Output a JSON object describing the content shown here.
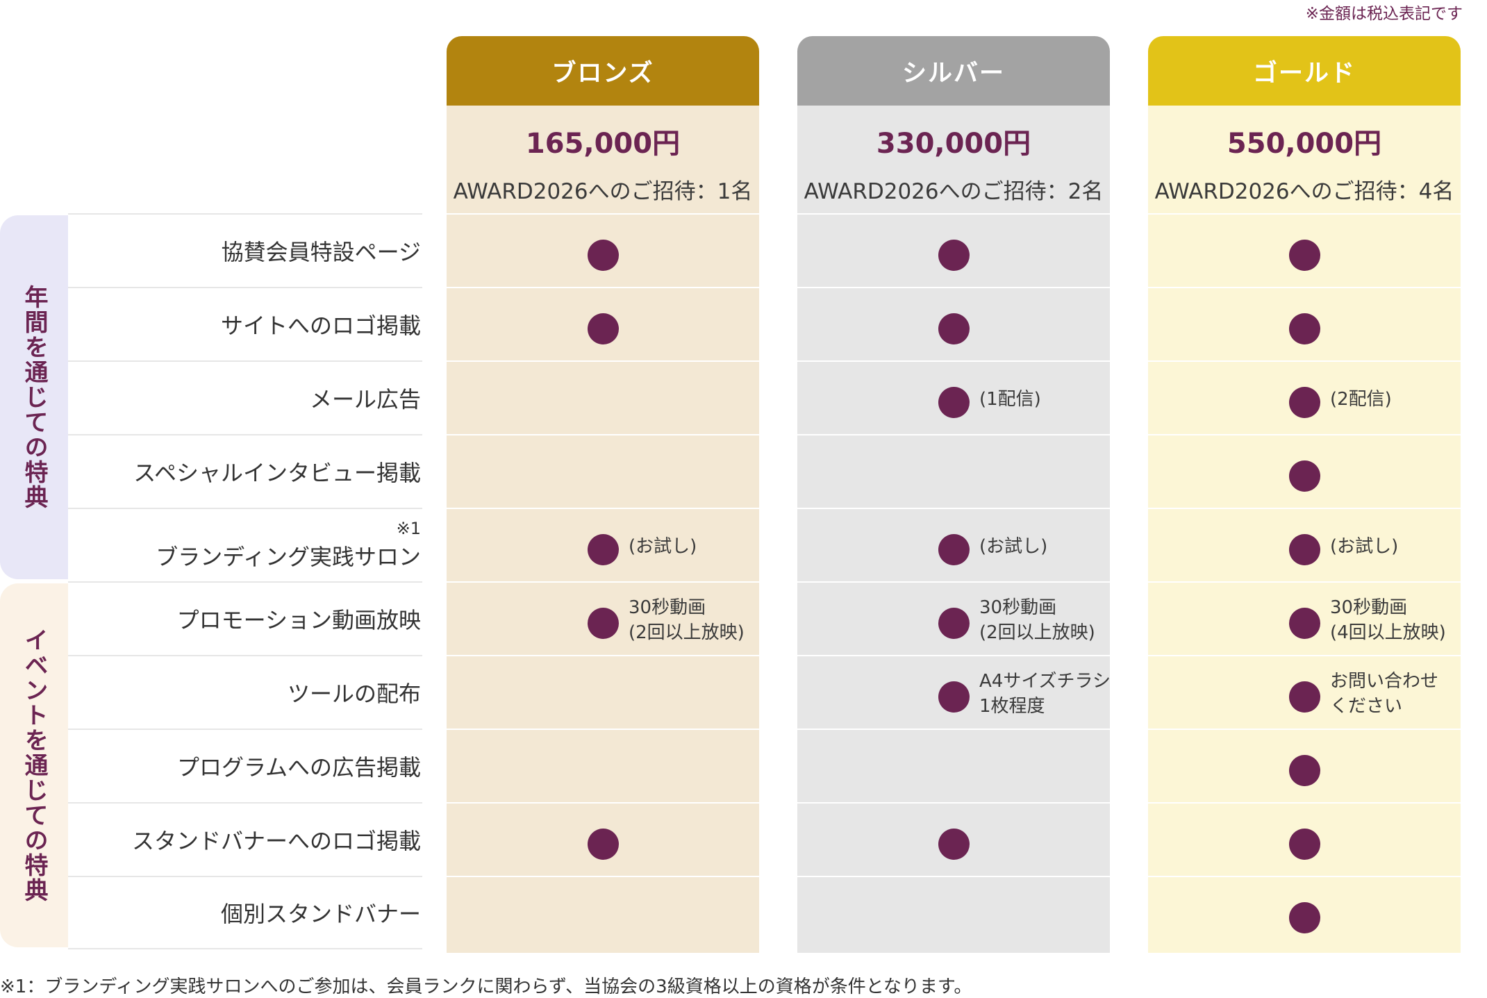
{
  "tax_note": "※金額は税込表記です",
  "plans": [
    {
      "name": "ブロンズ",
      "price": "165,000円",
      "invite": "AWARD2026へのご招待：1名",
      "head_color": "#b2840f",
      "body_color": "#f3e8d4"
    },
    {
      "name": "シルバー",
      "price": "330,000円",
      "invite": "AWARD2026へのご招待：2名",
      "head_color": "#a3a3a3",
      "body_color": "#e6e6e6"
    },
    {
      "name": "ゴールド",
      "price": "550,000円",
      "invite": "AWARD2026へのご招待：4名",
      "head_color": "#e2c318",
      "body_color": "#fcf6d6"
    }
  ],
  "groups": [
    {
      "label": "年間を通じての特典",
      "bg_color": "#e8e7f7"
    },
    {
      "label": "イベントを通じての特典",
      "bg_color": "#fbf2e6"
    }
  ],
  "benefits": [
    {
      "label": "協賛会員特設ページ",
      "note": "",
      "cells": [
        {
          "on": true,
          "text": ""
        },
        {
          "on": true,
          "text": ""
        },
        {
          "on": true,
          "text": ""
        }
      ]
    },
    {
      "label": "サイトへのロゴ掲載",
      "note": "",
      "cells": [
        {
          "on": true,
          "text": ""
        },
        {
          "on": true,
          "text": ""
        },
        {
          "on": true,
          "text": ""
        }
      ]
    },
    {
      "label": "メール広告",
      "note": "",
      "cells": [
        {
          "on": false,
          "text": ""
        },
        {
          "on": true,
          "text": "(1配信)"
        },
        {
          "on": true,
          "text": "(2配信)"
        }
      ]
    },
    {
      "label": "スペシャルインタビュー掲載",
      "note": "",
      "cells": [
        {
          "on": false,
          "text": ""
        },
        {
          "on": false,
          "text": ""
        },
        {
          "on": true,
          "text": ""
        }
      ]
    },
    {
      "label": "ブランディング実践サロン",
      "note": "※1",
      "cells": [
        {
          "on": true,
          "text": "(お試し)"
        },
        {
          "on": true,
          "text": "(お試し)"
        },
        {
          "on": true,
          "text": "(お試し)"
        }
      ]
    },
    {
      "label": "プロモーション動画放映",
      "note": "",
      "cells": [
        {
          "on": true,
          "text": "30秒動画\n(2回以上放映)"
        },
        {
          "on": true,
          "text": "30秒動画\n(2回以上放映)"
        },
        {
          "on": true,
          "text": "30秒動画\n(4回以上放映)"
        }
      ]
    },
    {
      "label": "ツールの配布",
      "note": "",
      "cells": [
        {
          "on": false,
          "text": ""
        },
        {
          "on": true,
          "text": "A4サイズチラシ\n1枚程度"
        },
        {
          "on": true,
          "text": "お問い合わせ\nください"
        }
      ]
    },
    {
      "label": "プログラムへの広告掲載",
      "note": "",
      "cells": [
        {
          "on": false,
          "text": ""
        },
        {
          "on": false,
          "text": ""
        },
        {
          "on": true,
          "text": ""
        }
      ]
    },
    {
      "label": "スタンドバナーへのロゴ掲載",
      "note": "",
      "cells": [
        {
          "on": true,
          "text": ""
        },
        {
          "on": true,
          "text": ""
        },
        {
          "on": true,
          "text": ""
        }
      ]
    },
    {
      "label": "個別スタンドバナー",
      "note": "",
      "cells": [
        {
          "on": false,
          "text": ""
        },
        {
          "on": false,
          "text": ""
        },
        {
          "on": true,
          "text": ""
        }
      ]
    }
  ],
  "footnote": "※1：ブランディング実践サロンへのご参加は、会員ランクに関わらず、当協会の3級資格以上の資格が条件となります。",
  "accent_color": "#6b2452"
}
